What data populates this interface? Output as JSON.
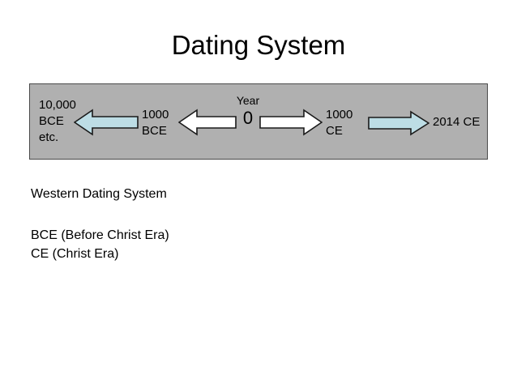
{
  "slide": {
    "title": "Dating System",
    "background_color": "#ffffff",
    "text_color": "#000000"
  },
  "timeline": {
    "background_color": "#b0b0b0",
    "border_color": "#4a4a4a",
    "arrow_blue_fill": "#bddde5",
    "arrow_white_fill": "#ffffff",
    "arrow_outline": "#1a1a1a",
    "labels": {
      "far_past": {
        "lines": [
          "10,000",
          "BCE",
          "etc."
        ]
      },
      "past_1000": {
        "lines": [
          "1000",
          "BCE"
        ]
      },
      "origin": {
        "word": "Year",
        "number": "0"
      },
      "future_1000": {
        "lines": [
          "1000",
          "CE"
        ]
      },
      "present": {
        "text": "2014 CE"
      }
    },
    "arrows": [
      {
        "name": "arrow-blue-left",
        "direction": "left",
        "fill": "#bddde5"
      },
      {
        "name": "arrow-white-left",
        "direction": "left",
        "fill": "#ffffff"
      },
      {
        "name": "arrow-white-right",
        "direction": "right",
        "fill": "#ffffff"
      },
      {
        "name": "arrow-blue-right",
        "direction": "right",
        "fill": "#bddde5"
      }
    ]
  },
  "body": {
    "heading": "Western Dating System",
    "bce_definition": "BCE (Before Christ Era)",
    "ce_definition": "CE (Christ Era)"
  }
}
